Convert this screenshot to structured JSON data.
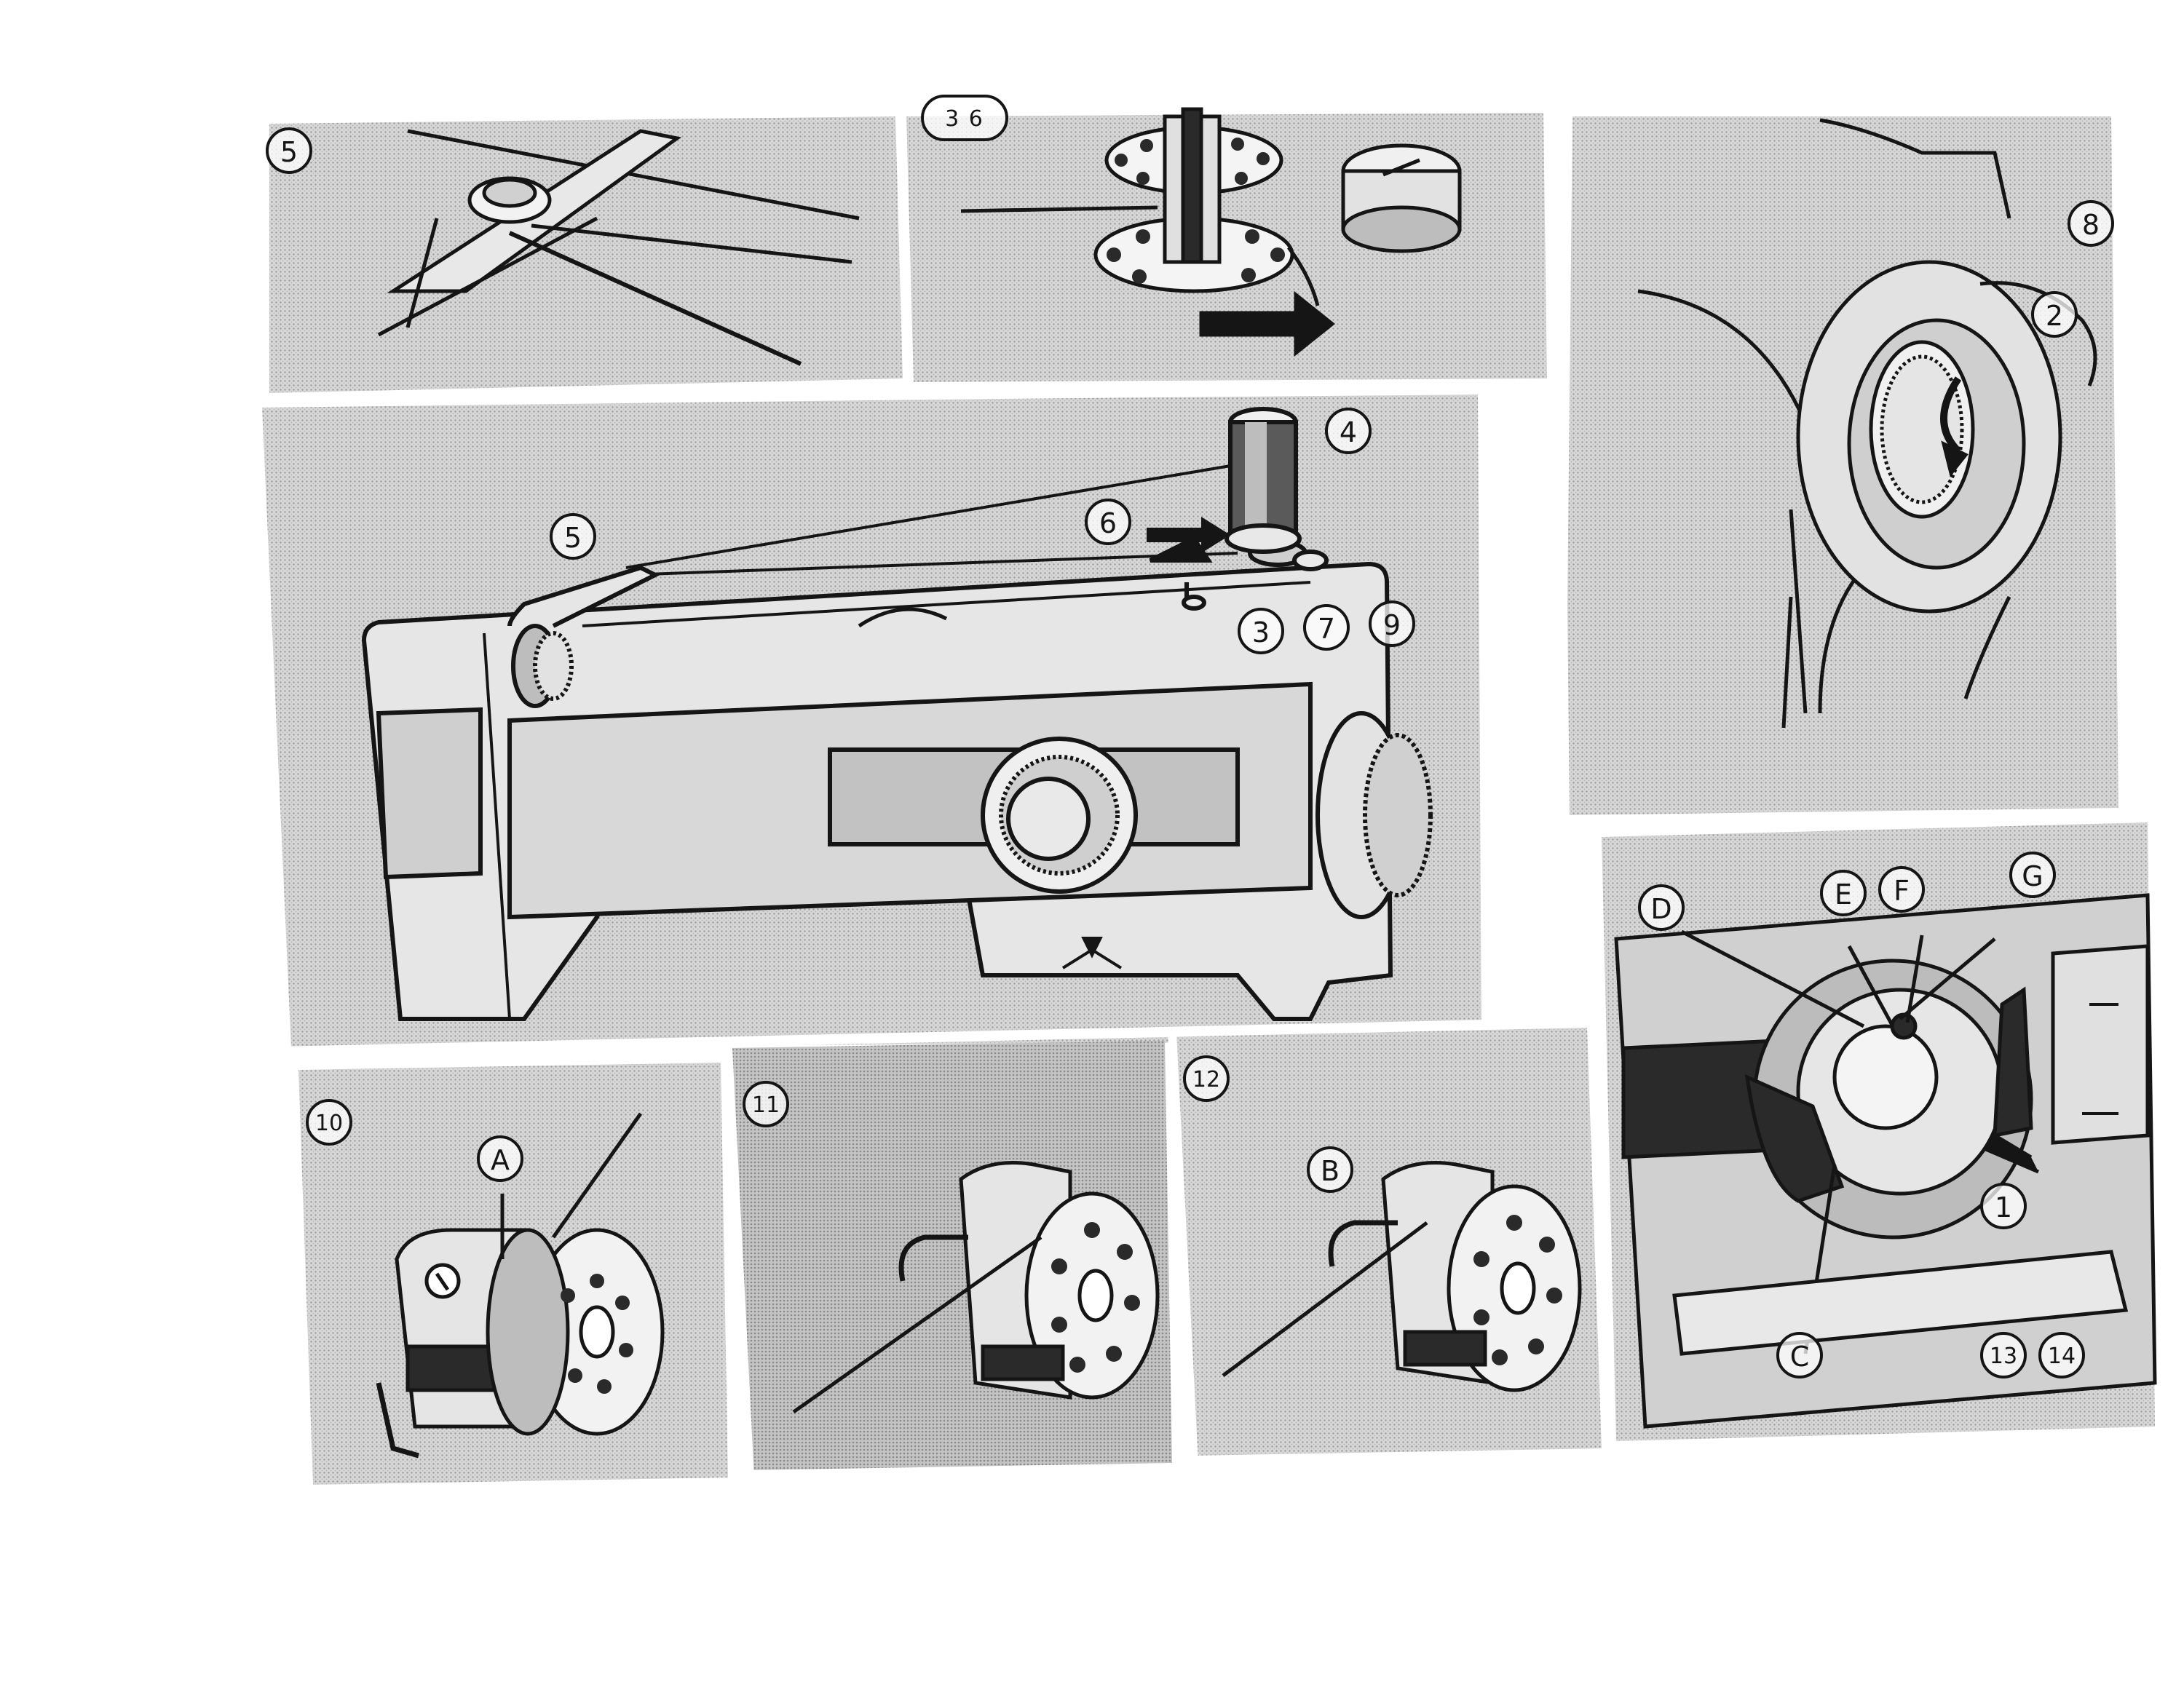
{
  "colors": {
    "ink": "#151515",
    "screen": "#c9c9c9",
    "screen_dark": "#a8a8a8",
    "paper": "#ffffff"
  },
  "diagram": {
    "step_numbers": {
      "top_left": "5",
      "top_mid": "3 6",
      "top_right_8": "8",
      "top_right_2": "2",
      "spool": "4",
      "guide": "5",
      "arrow": "6",
      "post": "3",
      "winder": "7",
      "wheel": "9",
      "bobbin_case_10": "10",
      "bobbin_case_11": "11",
      "bobbin_case_12": "12",
      "hook_area_1": "1",
      "hook_area_13": "13",
      "hook_area_14": "14"
    },
    "letters": {
      "A": "A",
      "B": "B",
      "C": "C",
      "D": "D",
      "E": "E",
      "F": "F",
      "G": "G"
    },
    "icons": [
      "sewing-machine-icon",
      "bobbin-icon",
      "bobbin-case-icon",
      "hand-icon",
      "arrow-icon"
    ]
  }
}
